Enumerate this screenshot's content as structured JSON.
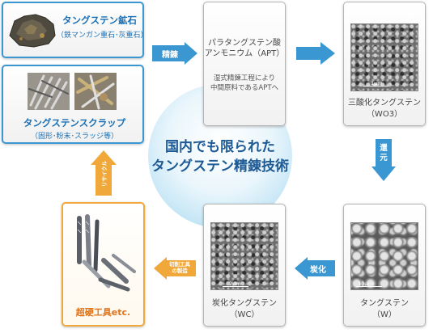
{
  "center": {
    "line1": "国内でも限られた",
    "line2": "タングステン精錬技術"
  },
  "ore": {
    "title": "タングステン鉱石",
    "sub": "（鉄マンガン重石･灰重石）"
  },
  "scrap": {
    "title": "タングステンスクラップ",
    "sub": "（固形･粉末･スラッジ等）"
  },
  "apt": {
    "title_line1": "パラタングステン酸",
    "title_line2": "アンモニウム（APT）",
    "desc_line1": "湿式精錬工程により",
    "desc_line2": "中間原料であるAPTへ"
  },
  "wo3": {
    "title": "三酸化タングステン",
    "sub": "（WO3）",
    "scale": "1μm"
  },
  "w": {
    "title": "タングステン",
    "sub": "（W）",
    "scale": "10μm"
  },
  "wc": {
    "title": "炭化タングステン",
    "sub": "（WC）",
    "scale": "2μm"
  },
  "carbide": {
    "title": "超硬工具etc."
  },
  "arrows": {
    "refining": "精錬",
    "reduction_1": "還",
    "reduction_2": "元",
    "carburizing": "炭化",
    "tools_1": "切削工具",
    "tools_2": "の製造",
    "recycle": "リサイクル"
  },
  "colors": {
    "blue_accent": "#3b97d1",
    "orange_accent": "#f0a83a",
    "orange_text": "#e0731a",
    "center_text": "#1e5a94"
  }
}
